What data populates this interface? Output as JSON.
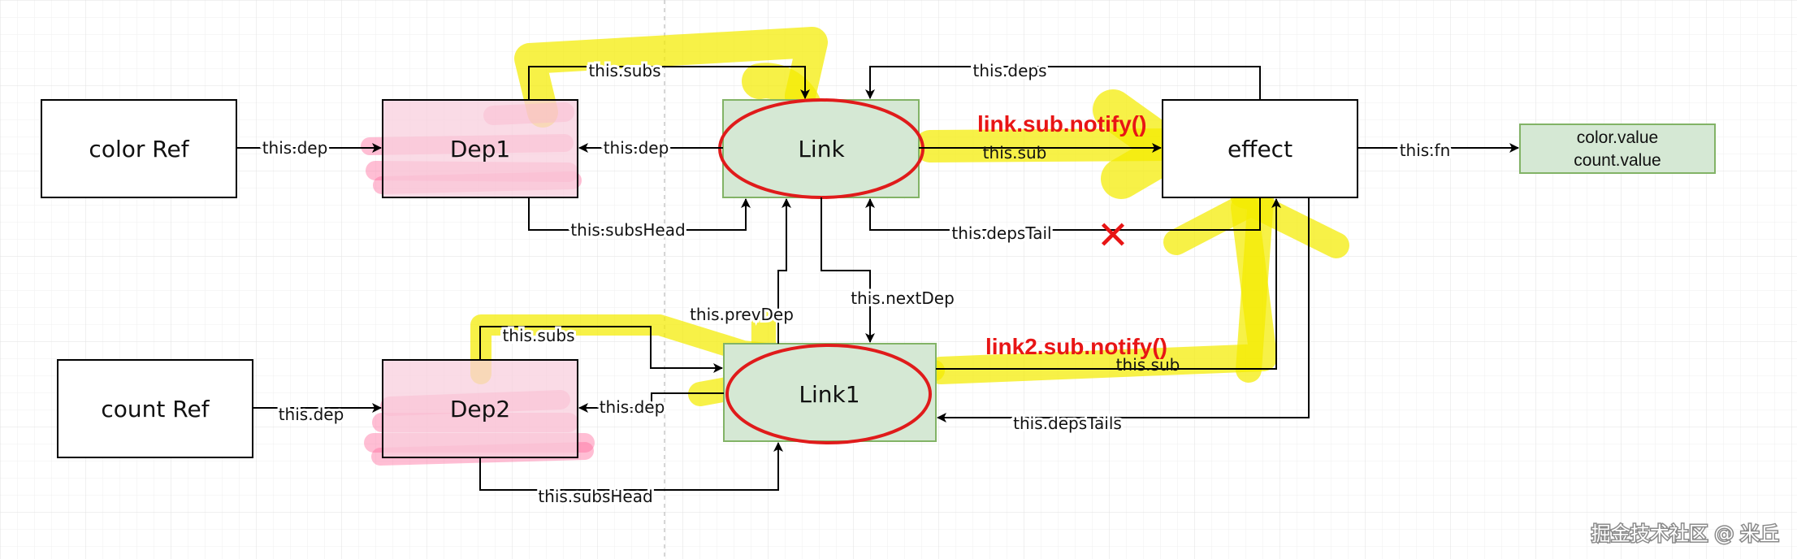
{
  "nodes": {
    "color_ref": "color Ref",
    "count_ref": "count Ref",
    "dep1": "Dep1",
    "dep2": "Dep2",
    "link": "Link",
    "link1": "Link1",
    "effect": "effect",
    "output_line1": "color.value",
    "output_line2": "count.value"
  },
  "edges": {
    "color_dep": "this.dep",
    "count_dep": "this.dep",
    "link_to_dep1": "this.dep",
    "link1_to_dep2": "this.dep",
    "dep1_subs": "this.subs",
    "dep2_subs": "this.subs",
    "dep1_subs_head": "this.subsHead",
    "dep2_subs_head": "this.subsHead",
    "effect_deps": "this.deps",
    "link_sub": "this.sub",
    "link1_sub": "this.sub",
    "effect_fn": "this.fn",
    "deps_tail": "this.depsTail",
    "deps_tails": "this.depsTails",
    "prev_dep": "this.prevDep",
    "next_dep": "this.nextDep"
  },
  "annotations": {
    "notify1": "link.sub.notify()",
    "notify2": "link2.sub.notify()",
    "cross_mark": "✕"
  },
  "watermark": "掘金技术社区 @ 米丘",
  "colors": {
    "dep_fill": "#f8cfde",
    "link_fill": "#d5e8d4",
    "link_stroke": "#82b366",
    "ellipse_red": "#e01b1b",
    "highlight_yellow": "#f4ec00",
    "highlight_pink": "#ff6fa0",
    "notify_red": "#e81515"
  }
}
